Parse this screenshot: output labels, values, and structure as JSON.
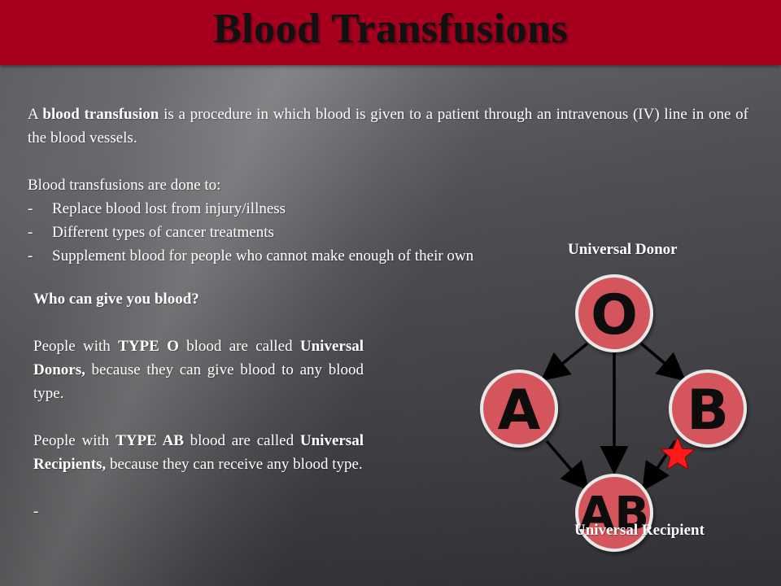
{
  "title": "Blood Transfusions",
  "intro": {
    "term": "blood transfusion",
    "prefix": "A ",
    "suffix": " is a procedure in which blood is given to a patient through an intravenous (IV) line in one of the blood vessels.",
    "reasons_heading": "Blood transfusions are done to:",
    "bullet_marker": "-",
    "reasons": [
      "Replace blood lost from injury/illness",
      "Different types of cancer treatments",
      "Supplement blood for people who cannot make enough of their own"
    ]
  },
  "who": {
    "question": "Who can give you blood?",
    "donor_pre": "People with ",
    "donor_type": "TYPE O",
    "donor_mid": " blood are called ",
    "donor_term": "Universal Donors,",
    "donor_post": " because they can give blood to any blood type.",
    "recip_pre": "People with ",
    "recip_type": "TYPE AB",
    "recip_mid": " blood are called ",
    "recip_term": "Universal Recipients,",
    "recip_post": " because they can receive any blood type.",
    "trailing_marker": "-"
  },
  "diagram": {
    "donor_label": "Universal Donor",
    "recipient_label": "Universal Recipient",
    "nodes": {
      "o": "O",
      "a": "A",
      "b": "B",
      "ab": "AB"
    },
    "colors": {
      "node_fill": "#d4575b",
      "node_border": "#e8e8e8",
      "star": "#ff1a1a",
      "title_bar": "#a6001e"
    }
  }
}
